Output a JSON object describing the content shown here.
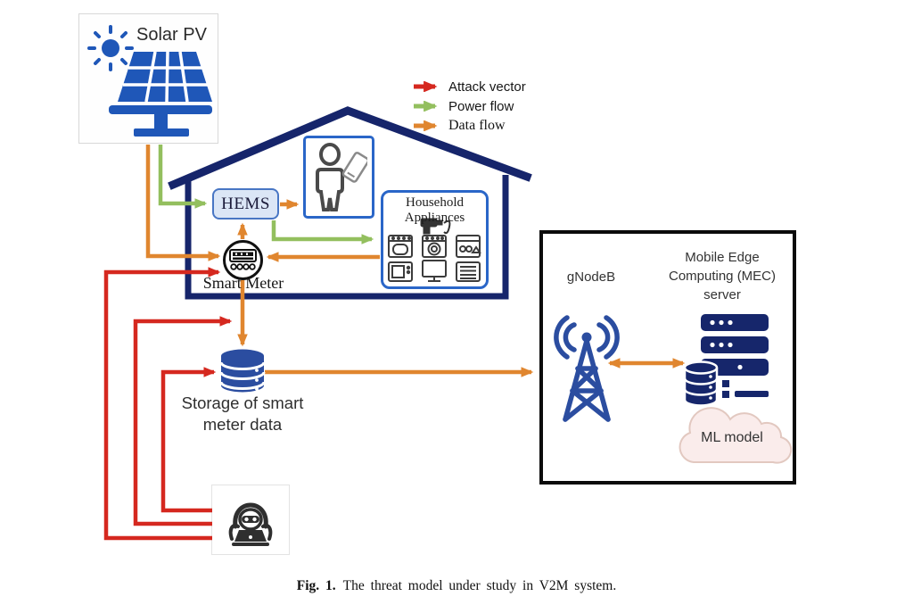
{
  "figure": {
    "caption_label": "Fig. 1.",
    "caption_text": "The threat model under study in V2M system."
  },
  "legend": {
    "items": [
      {
        "id": "attack-vector",
        "label": "Attack vector",
        "color": "#d5281f"
      },
      {
        "id": "power-flow",
        "label": "Power flow",
        "color": "#93bf5e"
      },
      {
        "id": "data-flow",
        "label": "Data flow",
        "color": "#e0862f"
      }
    ]
  },
  "nodes": {
    "solar_pv": {
      "label": "Solar PV"
    },
    "hems": {
      "label": "HEMS"
    },
    "household_appliances": {
      "line1": "Household",
      "line2": "Appliances"
    },
    "smart_meter": {
      "label": "Smart Meter"
    },
    "storage": {
      "line1": "Storage of smart",
      "line2": "meter data"
    },
    "gnodeb": {
      "label": "gNodeB"
    },
    "mec_server": {
      "line1": "Mobile Edge",
      "line2": "Computing (MEC)",
      "line3": "server"
    },
    "ml_model": {
      "label": "ML model"
    }
  },
  "edges": [
    {
      "from": "solar-pv",
      "to": "smart-meter",
      "type": "data-flow"
    },
    {
      "from": "solar-pv",
      "to": "hems",
      "type": "power-flow"
    },
    {
      "from": "hems",
      "to": "resident-device",
      "type": "data-flow"
    },
    {
      "from": "smart-meter",
      "to": "hems",
      "type": "data-flow"
    },
    {
      "from": "hems",
      "to": "household-appliances",
      "type": "power-flow"
    },
    {
      "from": "household-appliances",
      "to": "smart-meter",
      "type": "data-flow"
    },
    {
      "from": "smart-meter",
      "to": "storage",
      "type": "data-flow"
    },
    {
      "from": "storage",
      "to": "gnodeb",
      "type": "data-flow"
    },
    {
      "from": "gnodeb",
      "to": "mec-server",
      "type": "data-flow",
      "bidirectional": true
    },
    {
      "from": "attacker",
      "to": "smart-meter",
      "type": "attack-vector"
    },
    {
      "from": "attacker",
      "to": "smart-meter-storage-link",
      "type": "attack-vector"
    },
    {
      "from": "attacker",
      "to": "storage",
      "type": "attack-vector"
    }
  ],
  "colors": {
    "house_outline": "#16256b",
    "inner_box_border": "#2a66c8",
    "hems_fill": "#dbe6f6",
    "icon_blue": "#2b4da0",
    "solar_blue": "#1f57b8",
    "server_navy": "#16266b",
    "attack_red": "#d5281f",
    "power_green": "#93bf5e",
    "data_orange": "#e0862f",
    "cloud_fill": "#faeceb",
    "cloud_border": "#e2c8c0",
    "outer_box_border": "#0b0b0b"
  }
}
